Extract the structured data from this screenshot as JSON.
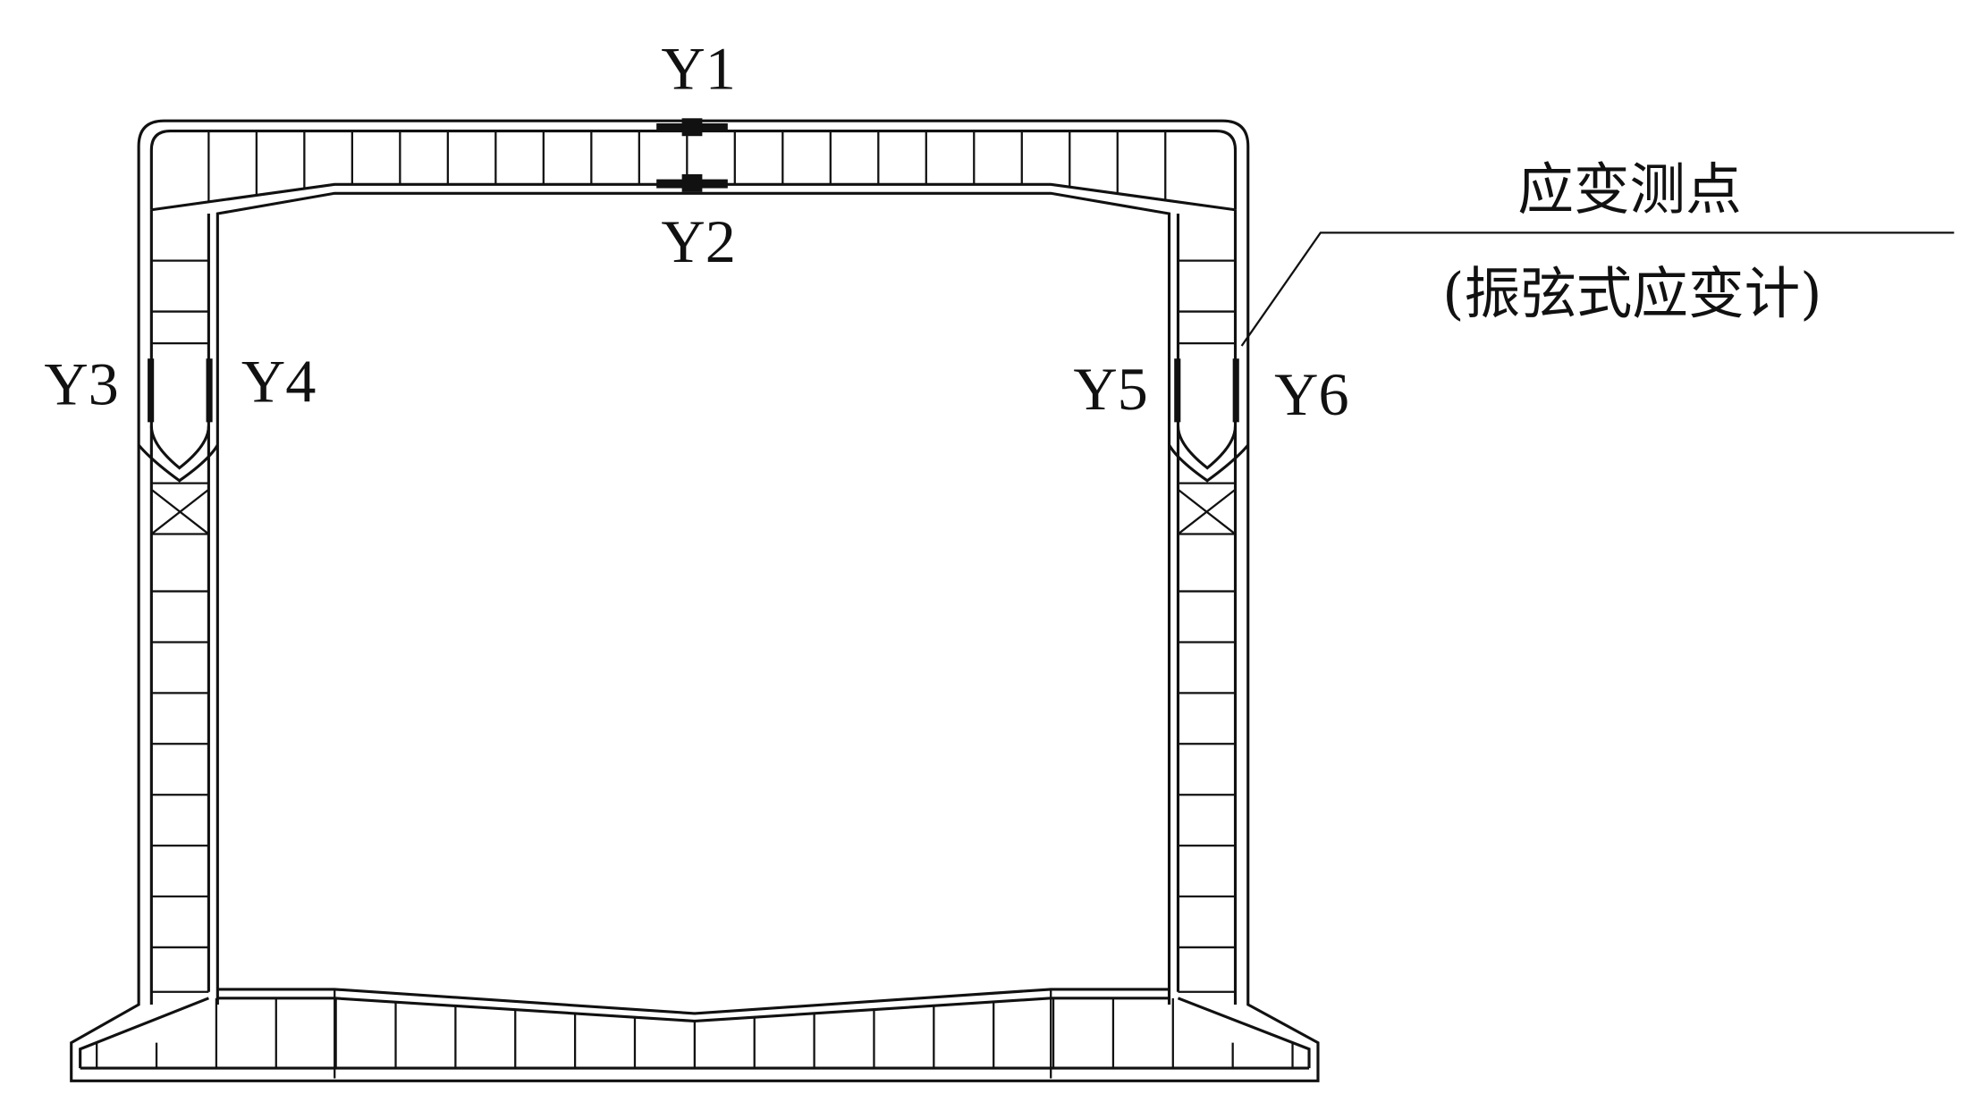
{
  "labels": {
    "y1": "Y1",
    "y2": "Y2",
    "y3": "Y3",
    "y4": "Y4",
    "y5": "Y5",
    "y6": "Y6"
  },
  "annotation": {
    "line1": "应变测点",
    "line2": "(振弦式应变计)"
  },
  "colors": {
    "stroke": "#111111",
    "background": "#ffffff"
  }
}
